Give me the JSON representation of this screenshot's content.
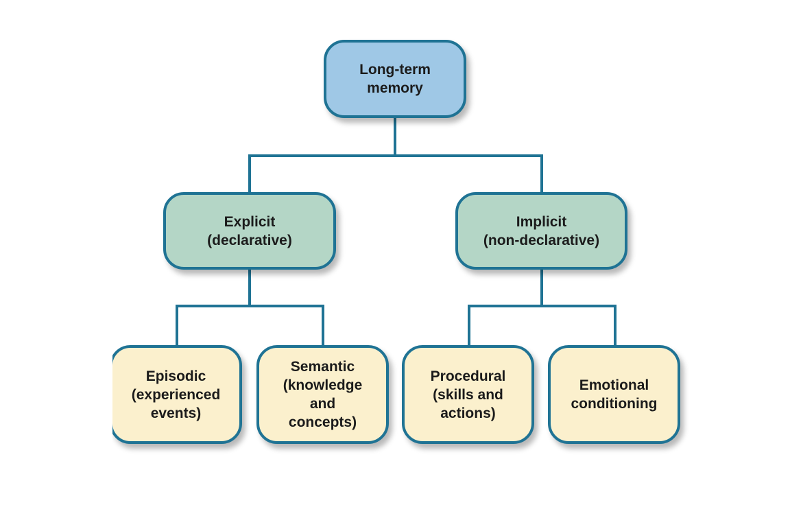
{
  "diagram": {
    "colors": {
      "border": "#1f7394",
      "root_fill": "#9fc8e6",
      "category_fill": "#b4d6c6",
      "leaf_fill": "#fbf0cd",
      "text": "#1b1b1b"
    },
    "root": {
      "label": "Long-term\nmemory"
    },
    "categories": [
      {
        "label": "Explicit\n(declarative)",
        "children": [
          {
            "label": "Episodic\n(experienced\nevents)"
          },
          {
            "label": "Semantic\n(knowledge\nand\nconcepts)"
          }
        ]
      },
      {
        "label": "Implicit\n(non-declarative)",
        "children": [
          {
            "label": "Procedural\n(skills and\nactions)"
          },
          {
            "label": "Emotional\nconditioning"
          }
        ]
      }
    ]
  }
}
